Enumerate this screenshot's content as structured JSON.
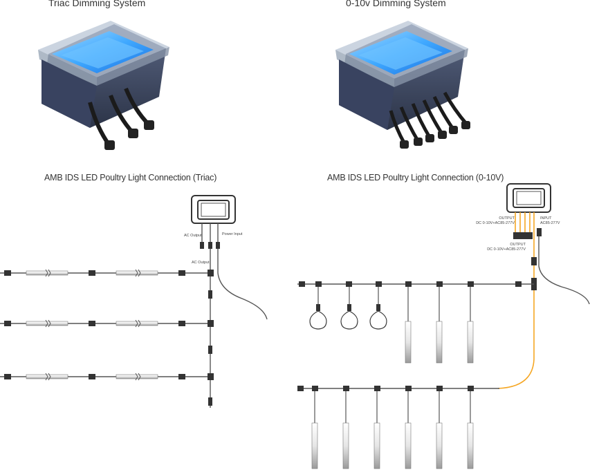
{
  "titles": {
    "triac_system": "Triac Dimming System",
    "zero_ten_system": "0-10v Dimming System",
    "triac_connection": "AMB IDS LED Poultry Light Connection (Triac)",
    "zero_ten_connection": "AMB IDS LED Poultry Light Connection (0-10V)"
  },
  "triac_labels": {
    "ac_output_top": "AC Output",
    "power_input": "Power Input",
    "ac_output_side": "AC Output"
  },
  "zero_ten_labels": {
    "output_1_title": "OUTPUT",
    "output_1_spec": "DC 0-10V+AC85-277V",
    "input_title": "INPUT",
    "input_spec": "AC85-277V",
    "output_2_title": "OUTPUT",
    "output_2_spec": "DC 0-10V+AC85-277V"
  },
  "colors": {
    "box_blue": "#3fa8ff",
    "box_shell": "#3c4660",
    "wire": "#555555",
    "orange_wire": "#f5a623",
    "text": "#333333"
  }
}
